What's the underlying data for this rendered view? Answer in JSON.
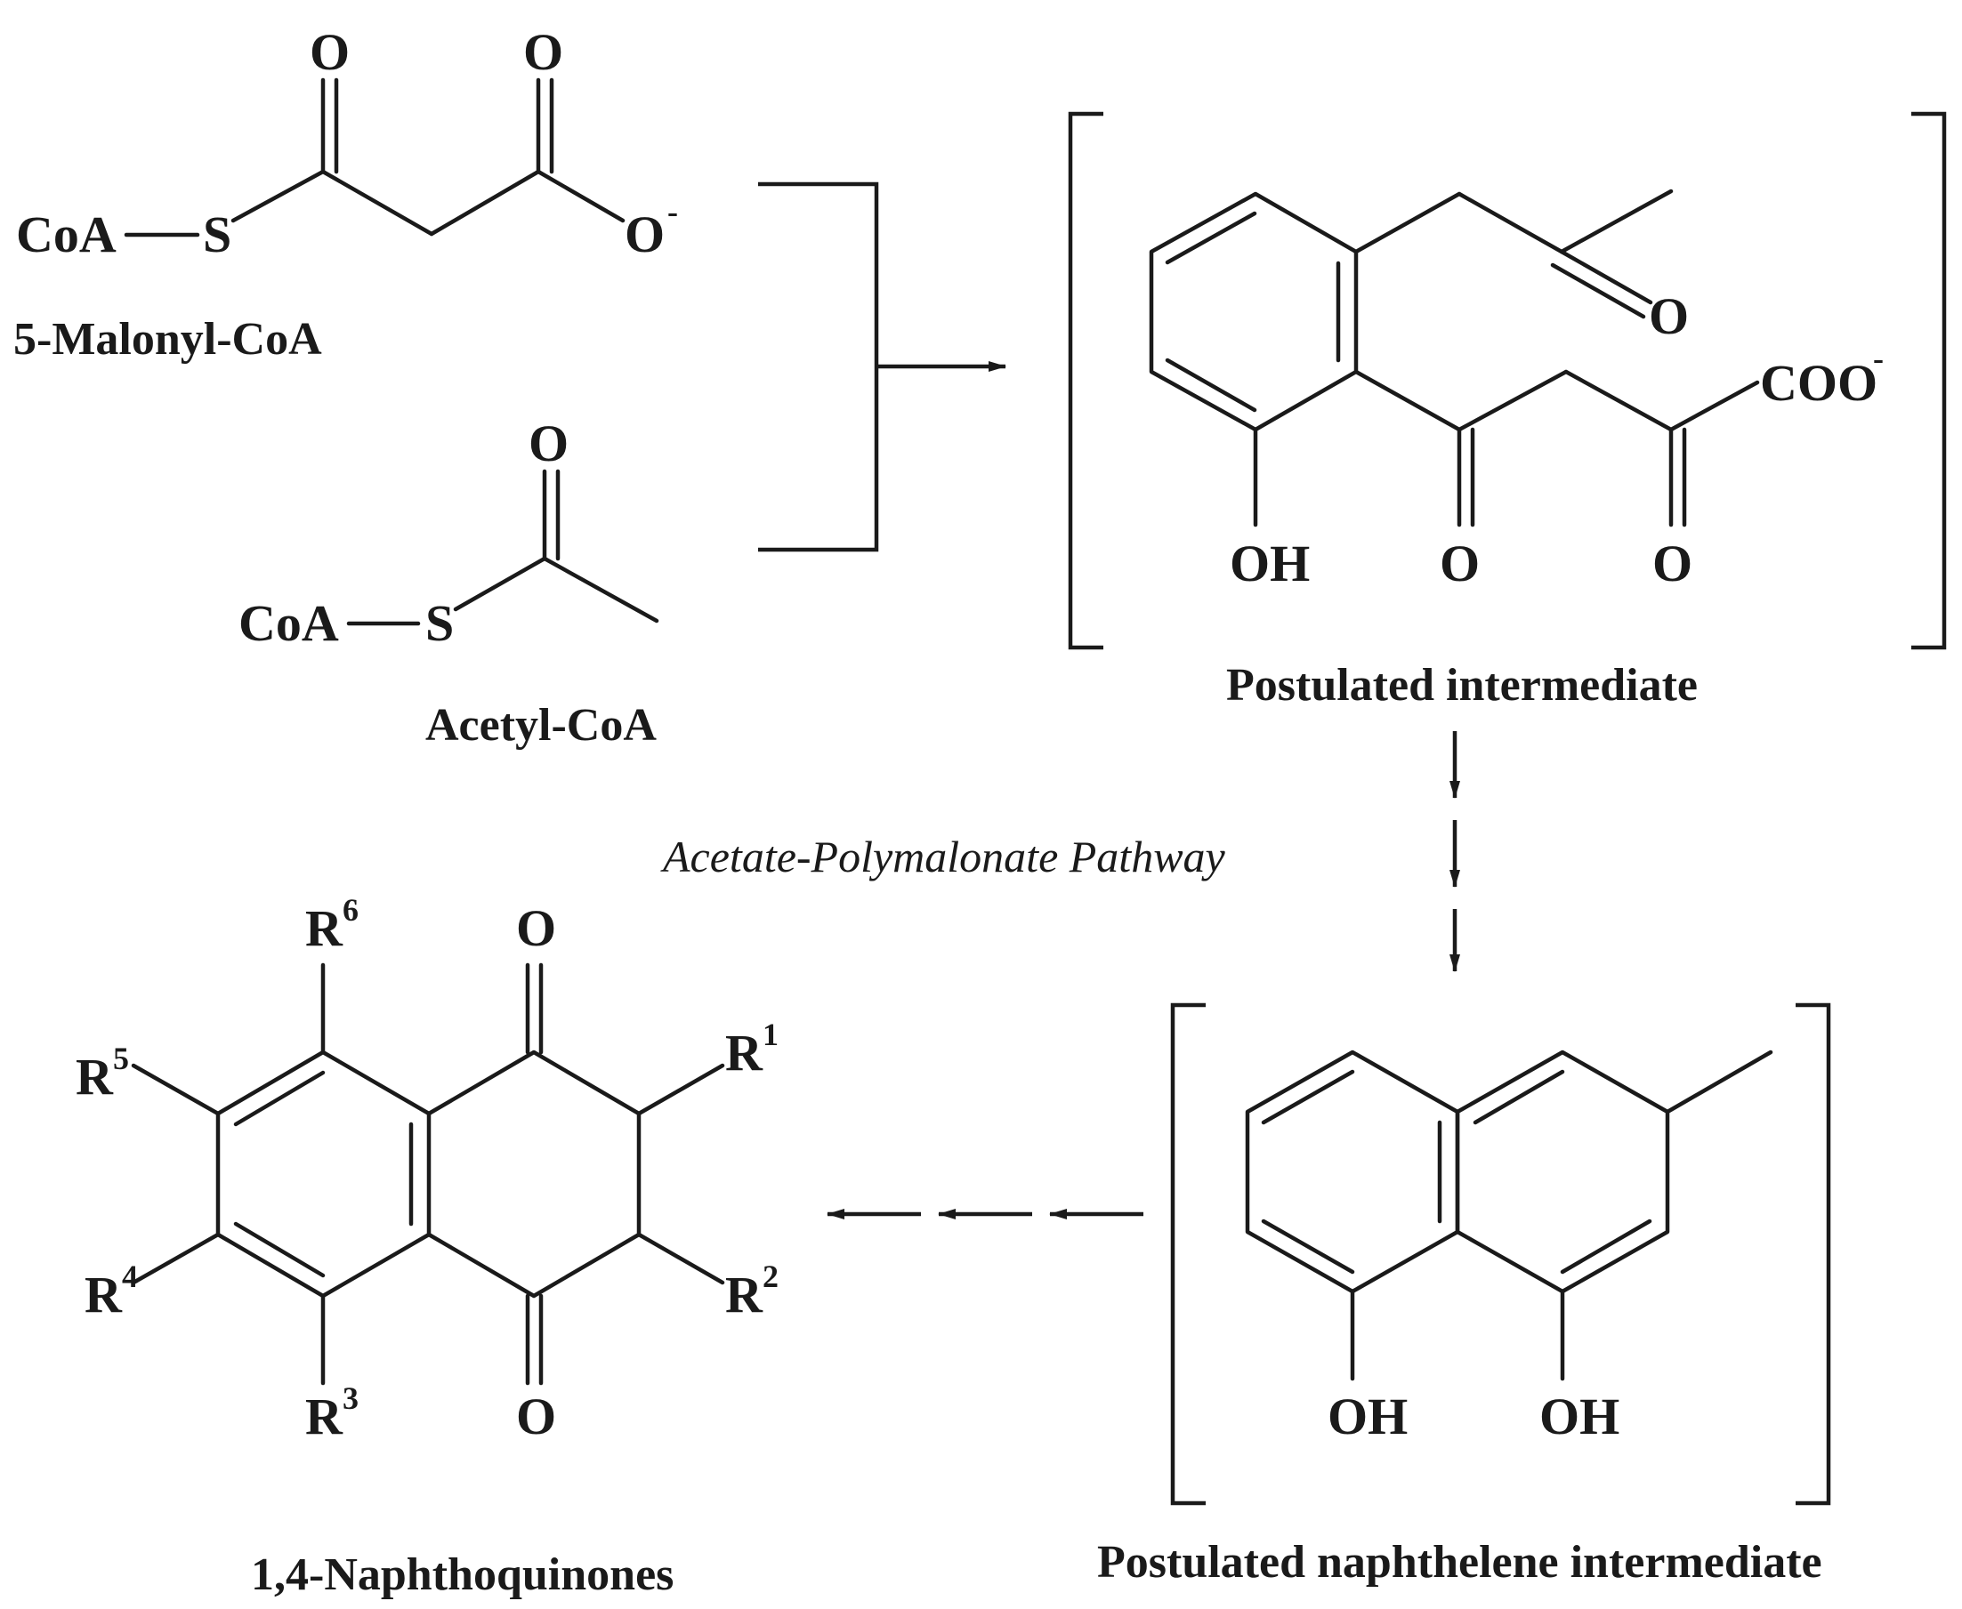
{
  "compounds": {
    "malonyl": {
      "name": "5-Malonyl-CoA",
      "coa": "CoA",
      "s": "S",
      "o": "O",
      "charge": "-"
    },
    "acetyl": {
      "name": "Acetyl-CoA",
      "coa": "CoA",
      "s": "S",
      "o": "O"
    },
    "intermediate": {
      "name": "Postulated intermediate",
      "o": "O",
      "oh": "OH",
      "coo": "COO",
      "charge": "-"
    },
    "naphthalene": {
      "name": "Postulated naphthelene intermediate",
      "oh": "OH"
    },
    "naphthoquinone": {
      "name": "1,4-Naphthoquinones",
      "o": "O",
      "r": "R",
      "subs": [
        "1",
        "2",
        "3",
        "4",
        "5",
        "6"
      ]
    }
  },
  "pathway_label": "Acetate-Polymalonate Pathway"
}
